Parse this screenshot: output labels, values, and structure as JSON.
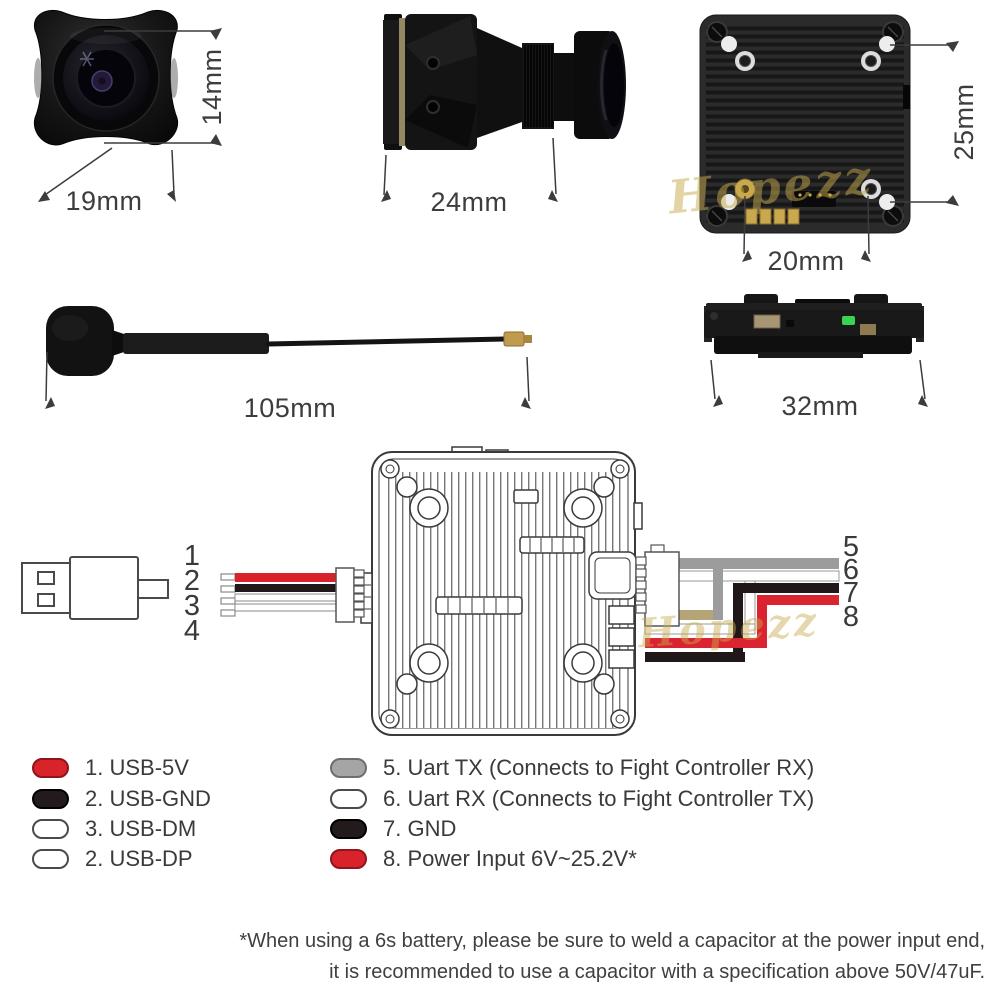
{
  "views": {
    "camera_front": {
      "height_label": "14mm",
      "width_label": "19mm"
    },
    "camera_side": {
      "length_label": "24mm"
    },
    "vtx_top": {
      "height_label": "25mm",
      "hole_spacing_label": "20mm"
    },
    "antenna": {
      "length_label": "105mm"
    },
    "vtx_side": {
      "width_label": "32mm"
    }
  },
  "wiring": {
    "usb_pin_numbers": [
      "1",
      "2",
      "3",
      "4"
    ],
    "uart_pin_numbers": [
      "5",
      "6",
      "7",
      "8"
    ]
  },
  "legend": {
    "usb": [
      {
        "label": "1. USB-5V",
        "swatch": {
          "fill": "#d9232b",
          "border": "#8e151c"
        }
      },
      {
        "label": "2. USB-GND",
        "swatch": {
          "fill": "#231a1c",
          "border": "#000000"
        }
      },
      {
        "label": "3. USB-DM",
        "swatch": {
          "fill": "#ffffff",
          "border": "#4a4a4a"
        }
      },
      {
        "label": "2. USB-DP",
        "swatch": {
          "fill": "#ffffff",
          "border": "#4a4a4a"
        }
      }
    ],
    "uart": [
      {
        "label": "5. Uart TX (Connects to Fight Controller RX)",
        "swatch": {
          "fill": "#a5a5a5",
          "border": "#6e6e6e"
        }
      },
      {
        "label": "6. Uart RX (Connects to Fight Controller TX)",
        "swatch": {
          "fill": "#ffffff",
          "border": "#4a4a4a"
        }
      },
      {
        "label": "7. GND",
        "swatch": {
          "fill": "#231a1c",
          "border": "#000000"
        }
      },
      {
        "label": "8. Power Input 6V~25.2V*",
        "swatch": {
          "fill": "#d9232b",
          "border": "#8e151c"
        }
      }
    ]
  },
  "footnote": {
    "line1": "*When using a 6s battery, please be sure to weld a capacitor at the power input end,",
    "line2": "it is recommended to use a capacitor with a specification above 50V/47uF."
  },
  "watermark": {
    "text": "Hopezz",
    "color": "#c9ab4e"
  },
  "colors": {
    "wire_red": "#d9232b",
    "wire_black": "#201818",
    "wire_gray": "#9c9c9c",
    "wire_white": "#ffffff",
    "wire_khaki": "#b5a476",
    "pad_gold": "#c9a84e",
    "led_green": "#39d353",
    "dimension_line": "#3c3c3c",
    "text": "#3d3d3d"
  }
}
